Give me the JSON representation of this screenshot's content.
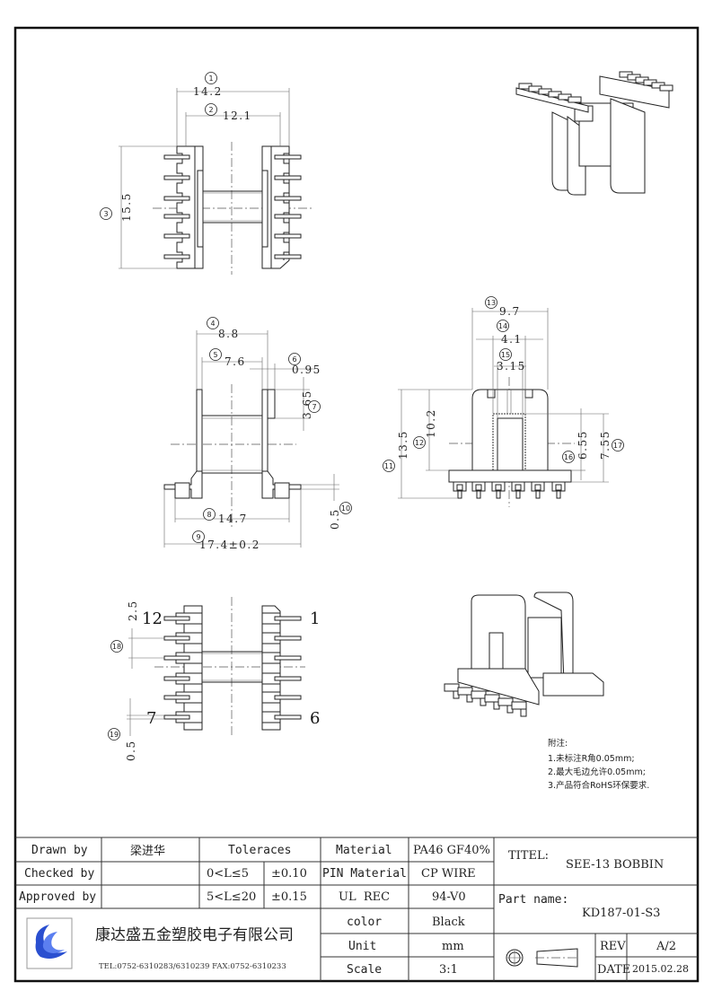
{
  "dimensions": {
    "d1": "14.2",
    "d2": "12.1",
    "d3": "15.5",
    "d4": "8.8",
    "d5": "7.6",
    "d6": "0.95",
    "d7": "3.65",
    "d8": "14.7",
    "d9": "17.4±0.2",
    "d10": "0.5",
    "d11": "13.5",
    "d12": "10.2",
    "d13": "9.7",
    "d14": "4.1",
    "d15": "3.15",
    "d16": "6.55",
    "d17": "7.55",
    "d18": "2.5",
    "d19": "0.5"
  },
  "callouts": [
    "1",
    "2",
    "3",
    "4",
    "5",
    "6",
    "7",
    "8",
    "9",
    "10",
    "11",
    "12",
    "13",
    "14",
    "15",
    "16",
    "17",
    "18",
    "19"
  ],
  "pin_labels": {
    "p12": "12",
    "p1": "1",
    "p7": "7",
    "p6": "6"
  },
  "notes": {
    "title": "附注:",
    "items": [
      "1.未标注R角0.05mm;",
      "2.最大毛边允许0.05mm;",
      "3.产品符合RoHS环保要求."
    ]
  },
  "title_block": {
    "drawn_by_label": "Drawn by",
    "drawn_by": "梁进华",
    "checked_by_label": "Checked by",
    "approved_by_label": "Approved by",
    "tolerances_label": "Toleraces",
    "tol1_range": "0<L≤5",
    "tol1_value": "±0.10",
    "tol2_range": "5<L≤20",
    "tol2_value": "±0.15",
    "company": "康达盛五金塑胶电子有限公司",
    "contact": "TEL:0752-6310283/6310239  FAX:0752-6310233",
    "material_label": "Material",
    "material": "PA46 GF40%",
    "pin_material_label": "PIN Material",
    "pin_material": "CP WIRE",
    "ul_label": "UL  REC",
    "ul": "94-V0",
    "color_label": "color",
    "color": "Black",
    "unit_label": "Unit",
    "unit": "mm",
    "scale_label": "Scale",
    "scale": "3:1",
    "title_label": "TITEL:",
    "title": "SEE-13 BOBBIN",
    "part_name_label": "Part name:",
    "part_name": "KD187-01-S3",
    "rev_label": "REV",
    "rev": "A/2",
    "date_label": "DATE",
    "date": "2015.02.28"
  },
  "colors": {
    "logo": "#2a4fd0",
    "line": "#222222"
  }
}
